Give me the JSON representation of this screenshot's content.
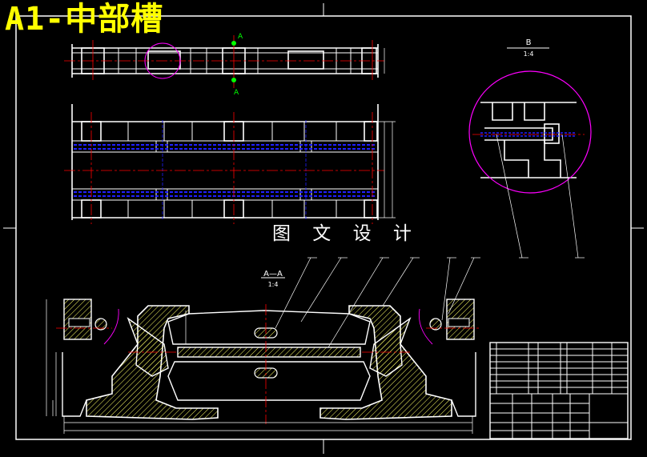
{
  "title": "A1-中部槽",
  "watermark": "图 文 设 计",
  "section_label": "A—A",
  "section_scale": "1:4",
  "detail_label": "B",
  "detail_scale": "1:4",
  "cut_mark": "A",
  "colors": {
    "background": "#000000",
    "outline": "#ffffff",
    "title": "#ffff00",
    "centerline": "#ff0000",
    "hidden": "#2020ff",
    "hatch": "#ffff66",
    "detail_circle": "#ff00ff",
    "cut_mark": "#00ff00"
  }
}
